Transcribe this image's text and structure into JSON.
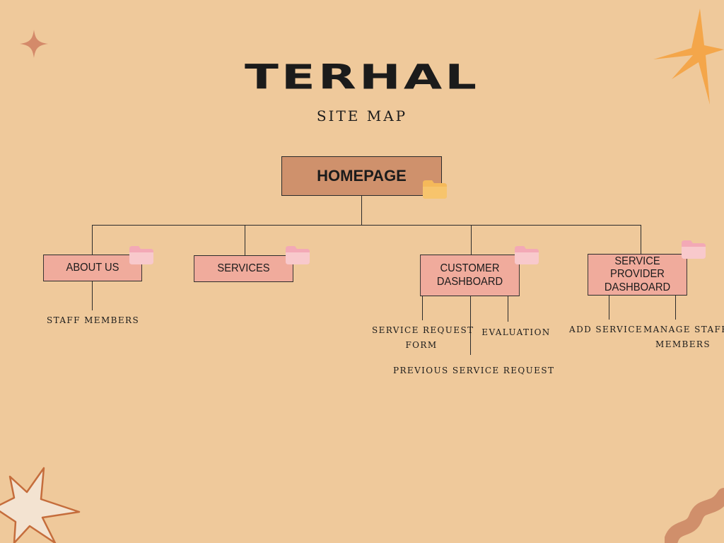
{
  "header": {
    "title": "TERHAL",
    "subtitle": "SITE MAP"
  },
  "sitemap": {
    "root": "HOMEPAGE",
    "about_us": {
      "label": "ABOUT US",
      "children": [
        "STAFF MEMBERS"
      ]
    },
    "services": {
      "label": "SERVICES"
    },
    "customer_dashboard": {
      "label_line1": "CUSTOMER",
      "label_line2": "DASHBOARD",
      "children": {
        "service_request_form_line1": "SERVICE REQUEST",
        "service_request_form_line2": "FORM",
        "evaluation": "EVALUATION",
        "previous_service_request": "PREVIOUS SERVICE REQUEST"
      }
    },
    "service_provider_dashboard": {
      "label_line1": "SERVICE PROVIDER",
      "label_line2": "DASHBOARD",
      "children": {
        "add_service": "ADD SERVICE",
        "manage_staff_members_line1": "MANAGE STAFF",
        "manage_staff_members_line2": "MEMBERS"
      }
    }
  },
  "colors": {
    "background": "#efc99b",
    "root_box": "#cf916c",
    "child_box": "#f0ab9c",
    "folder_root": "#f5b95a",
    "folder_child": "#f8c9cc"
  },
  "icons": {
    "root_folder": "folder-icon",
    "child_folder": "folder-icon",
    "decorations": [
      "sparkle-icon",
      "star-burst-icon",
      "star-burst-icon",
      "wave-icon"
    ]
  }
}
